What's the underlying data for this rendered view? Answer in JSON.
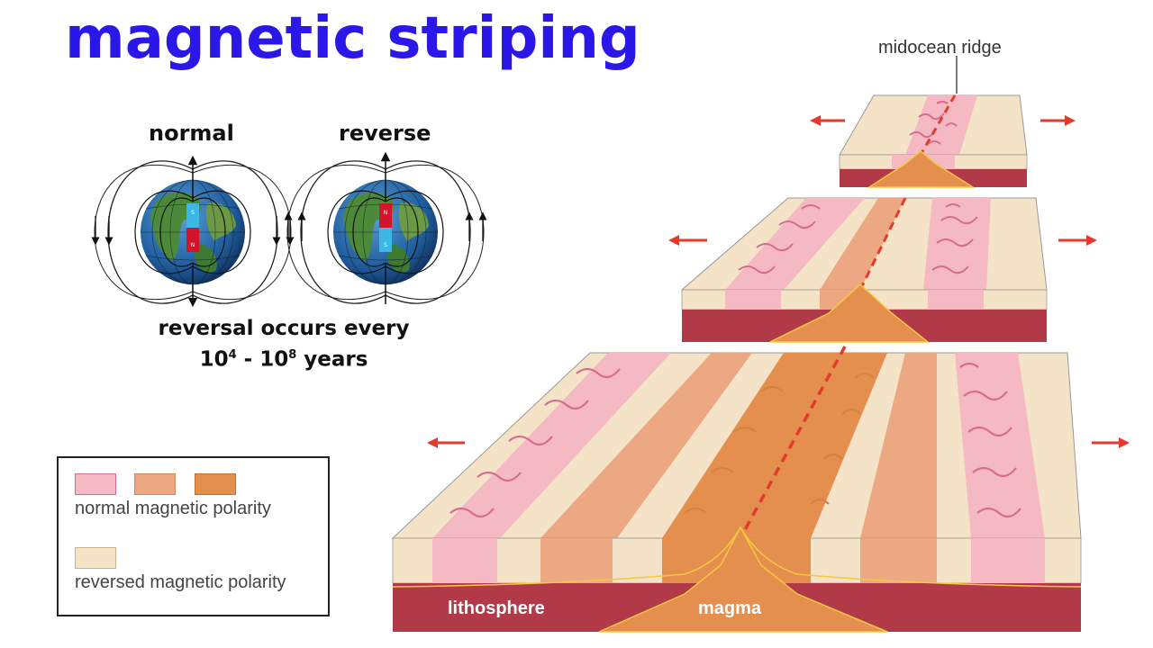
{
  "title": "magnetic striping",
  "globes": {
    "normal_label": "normal",
    "reverse_label": "reverse",
    "normal_magnet_top": "S",
    "normal_magnet_bottom": "N",
    "reverse_magnet_top": "N",
    "reverse_magnet_bottom": "S"
  },
  "reversal": {
    "line1": "reversal occurs every",
    "base1": "10",
    "exp1": "4",
    "sep": " - ",
    "base2": "10",
    "exp2": "8",
    "tail": " years"
  },
  "legend": {
    "normal_label": "normal magnetic polarity",
    "reversed_label": "reversed magnetic polarity"
  },
  "ridge_diagram": {
    "midocean_label": "midocean ridge",
    "lithosphere_label": "lithosphere",
    "magma_label": "magma"
  },
  "colors": {
    "title": "#2b17e8",
    "normal_1": "#f4b9c3",
    "normal_2": "#eba882",
    "normal_3": "#e48f4e",
    "reversed": "#f4e3c6",
    "lithosphere": "#b23a48",
    "magma": "#e48f4e",
    "arrow": "#e23b2e"
  }
}
